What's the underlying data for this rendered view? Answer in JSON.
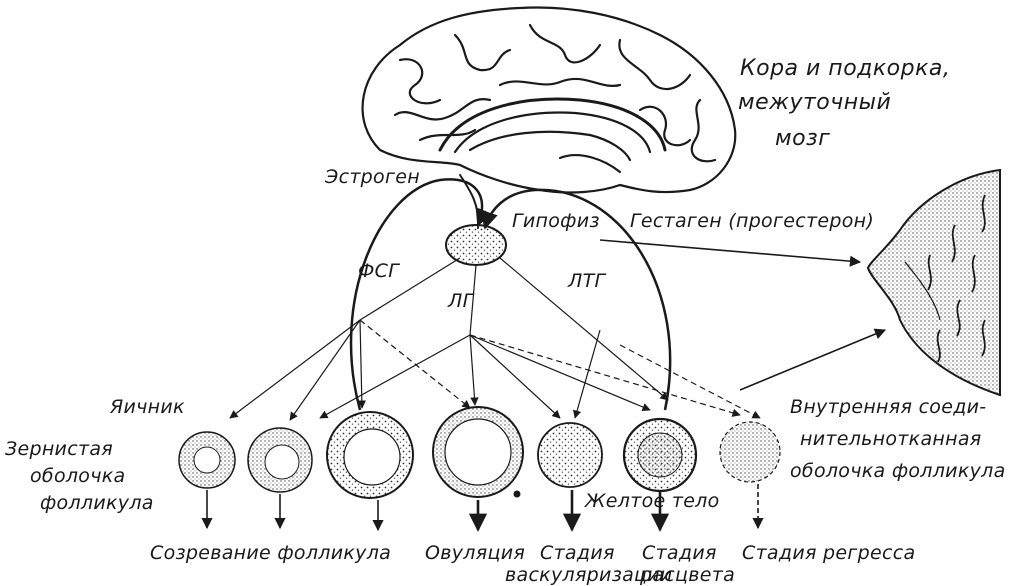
{
  "labels": {
    "cortex_line1": "Кора и подкорка,",
    "cortex_line2": "межуточный",
    "cortex_line3": "мозг",
    "estrogen": "Эстроген",
    "pituitary": "Гипофиз",
    "gestagen": "Гестаген (прогестерон)",
    "fsg": "ФСГ",
    "lg": "ЛГ",
    "ltg": "ЛТГ",
    "ovary": "Яичник",
    "granulosa_line1": "Зернистая",
    "granulosa_line2": "оболочка",
    "granulosa_line3": "фолликула",
    "theca_line1": "Внутренняя соеди-",
    "theca_line2": "нительнотканная",
    "theca_line3": "оболочка фолликула",
    "corpus_luteum": "Желтое тело",
    "stage_maturation": "Созревание фолликула",
    "stage_ovulation": "Овуляция",
    "stage_vascular_1": "Стадия",
    "stage_vascular_2": "васкуляризации",
    "stage_bloom_1": "Стадия",
    "stage_bloom_2": "расцвета",
    "stage_regress": "Стадия регресса"
  },
  "colors": {
    "ink": "#1a1a1a",
    "paper": "#ffffff"
  }
}
